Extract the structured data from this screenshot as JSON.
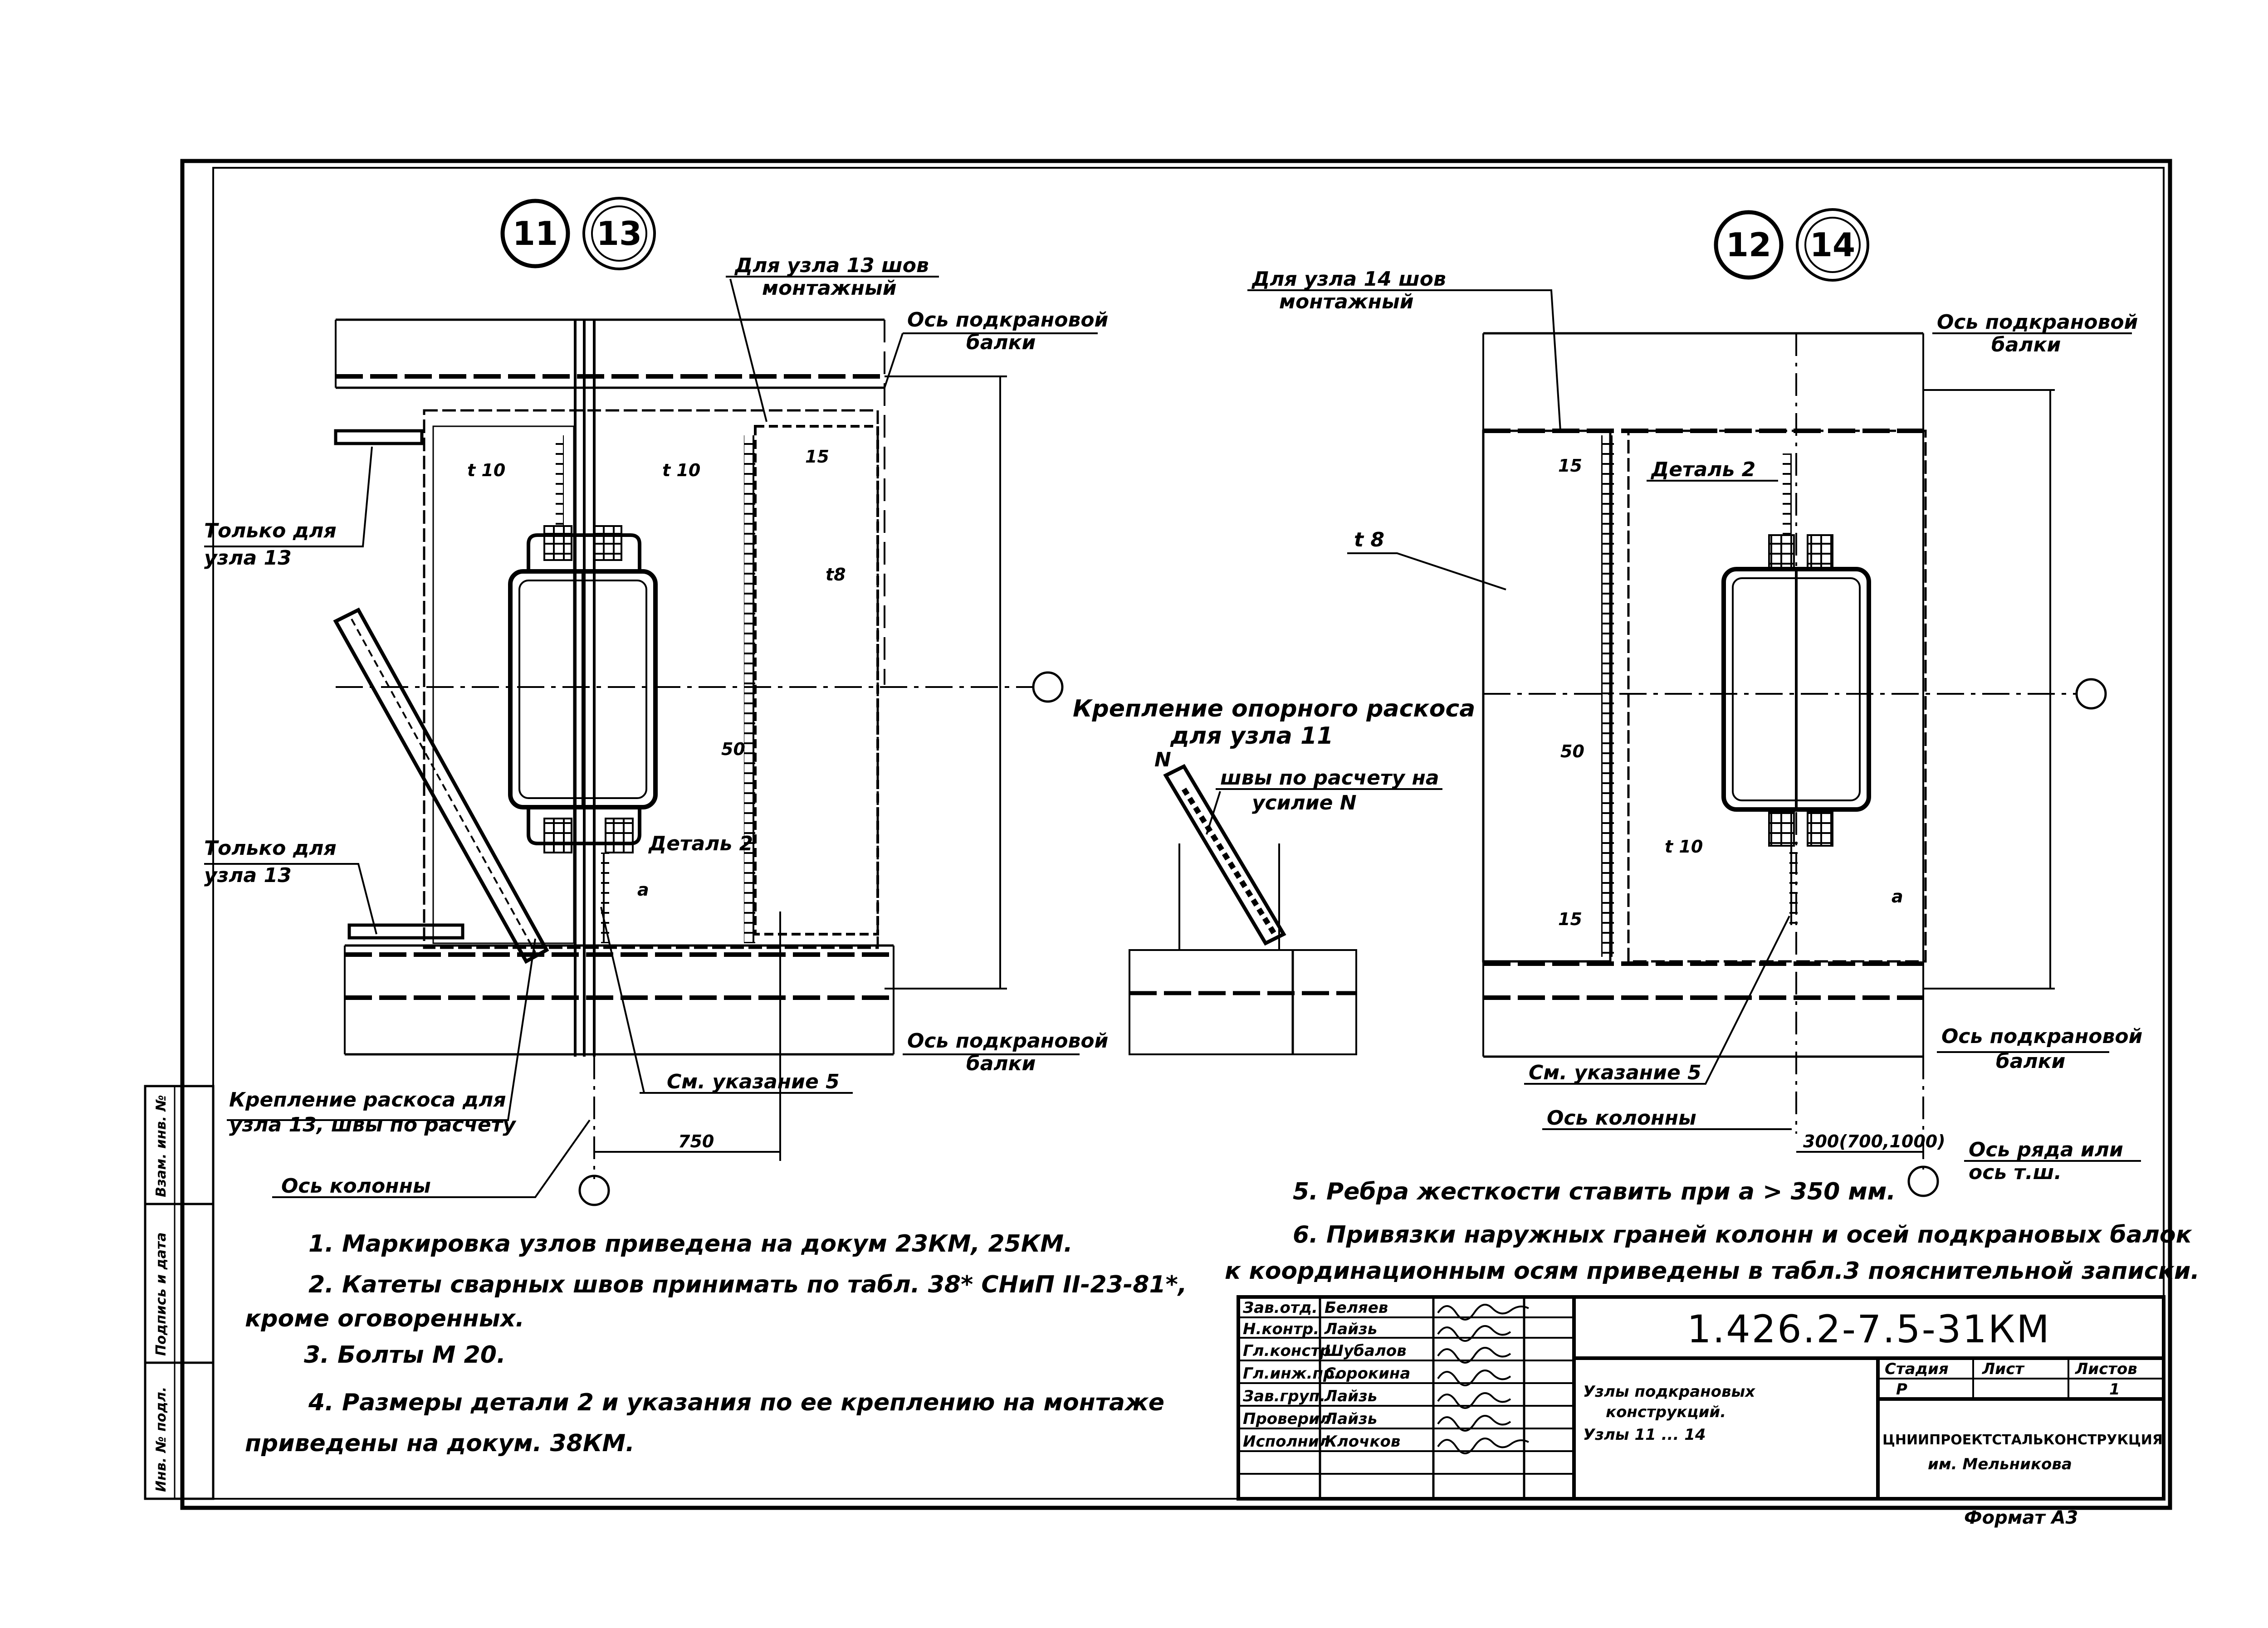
{
  "nodes_left": [
    "11",
    "13"
  ],
  "nodes_right": [
    "12",
    "14"
  ],
  "left_detail": {
    "weld_note_line1": "Для узла 13 шов",
    "weld_note_line2": "монтажный",
    "crane_axis_top_line1": "Ось подкрановой",
    "crane_axis_top_line2": "балки",
    "crane_axis_bottom_line1": "Ось подкрановой",
    "crane_axis_bottom_line2": "балки",
    "only_node13_top_line1": "Только для",
    "only_node13_top_line2": "узла 13",
    "only_node13_bottom_line1": "Только для",
    "only_node13_bottom_line2": "узла 13",
    "t10_a": "t 10",
    "t10_b": "t 10",
    "dim_15": "15",
    "dim_t8": "t8",
    "dim_50": "50",
    "dim_a": "a",
    "detail2": "Деталь 2",
    "see_note5": "См. указание 5",
    "brace_note_line1": "Крепление раскоса для",
    "brace_note_line2": "узла 13, швы по расчету",
    "dim_750": "750",
    "column_axis": "Ось колонны"
  },
  "middle_detail": {
    "title_line1": "Крепление опорного раскоса",
    "title_line2": "для узла 11",
    "force": "N",
    "welds_line1": "швы по расчету на",
    "welds_line2": "усилие N"
  },
  "right_detail": {
    "weld_note_line1": "Для узла 14 шов",
    "weld_note_line2": "монтажный",
    "crane_axis_top_line1": "Ось подкрановой",
    "crane_axis_top_line2": "балки",
    "crane_axis_bottom_line1": "Ось подкрановой",
    "crane_axis_bottom_line2": "балки",
    "t8": "t 8",
    "detail2": "Деталь 2",
    "dim_15_top": "15",
    "dim_50": "50",
    "dim_15_bottom": "15",
    "t10": "t 10",
    "dim_a": "a",
    "see_note5": "См. указание 5",
    "column_axis": "Ось колонны",
    "dim_offsets": "300(700,1000)",
    "row_axis_line1": "Ось ряда или",
    "row_axis_line2": "ось т.ш."
  },
  "notes": {
    "n1": "1. Маркировка узлов приведена на докум 23КМ, 25КМ.",
    "n2_line1": "2. Катеты сварных швов принимать по табл. 38* СНиП II-23-81*,",
    "n2_line2": "кроме оговоренных.",
    "n3": "3. Болты М 20.",
    "n4_line1": "4. Размеры детали 2 и указания по ее креплению на монтаже",
    "n4_line2": "приведены на докум. 38КМ.",
    "n5": "5. Ребра жесткости ставить при а > 350 мм.",
    "n6_line1": "6. Привязки наружных граней колонн и осей подкрановых балок",
    "n6_line2": "к координационным осям приведены в табл.3 пояснительной записки."
  },
  "title_block": {
    "code": "1.426.2-7.5-31КМ",
    "roles": [
      "Зав.отд.",
      "Н.контр.",
      "Гл.констр.",
      "Гл.инж.пр.",
      "Зав.груп.",
      "Проверил",
      "Исполнил"
    ],
    "names": [
      "Беляев",
      "Лайзь",
      "Шубалов",
      "Сорокина",
      "Лайзь",
      "Лайзь",
      "Клочков"
    ],
    "title_line1": "Узлы подкрановых",
    "title_line2": "конструкций.",
    "title_line3": "Узлы 11 ... 14",
    "stage_header": "Стадия",
    "sheet_header": "Лист",
    "sheets_header": "Листов",
    "stage": "Р",
    "sheet": "",
    "sheets": "1",
    "org_line1": "ЦНИИПРОЕКТСТАЛЬКОНСТРУКЦИЯ",
    "org_line2": "им. Мельникова",
    "format": "Формат А3"
  },
  "side_stamp": [
    "Взам. инв. №",
    "Подпись и дата",
    "Инв. № подл."
  ]
}
